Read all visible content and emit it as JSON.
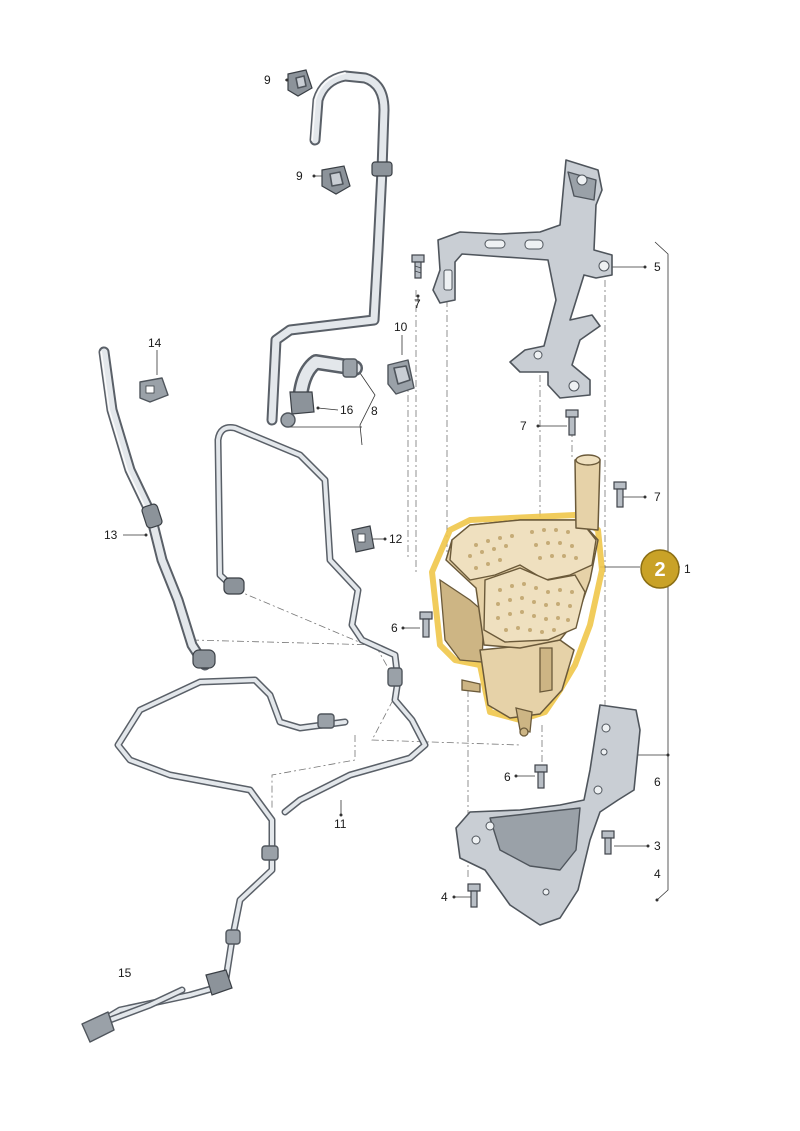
{
  "callouts": {
    "c1": "1",
    "c2": "2",
    "c3": "3",
    "c4a": "4",
    "c4b": "4",
    "c5": "5",
    "c6a": "6",
    "c6b": "6",
    "c6c": "6",
    "c7a": "7",
    "c7b": "7",
    "c7c": "7",
    "c8": "8",
    "c9a": "9",
    "c9b": "9",
    "c10": "10",
    "c11": "11",
    "c12": "12",
    "c13": "13",
    "c14": "14",
    "c15": "15",
    "c16": "16"
  },
  "badge": {
    "label": "2",
    "color": "#c9a227"
  },
  "colors": {
    "canister": "#e6d2a8",
    "highlight": "#f0c74a",
    "metal": "#c9ced4",
    "outline": "#4f555c"
  }
}
